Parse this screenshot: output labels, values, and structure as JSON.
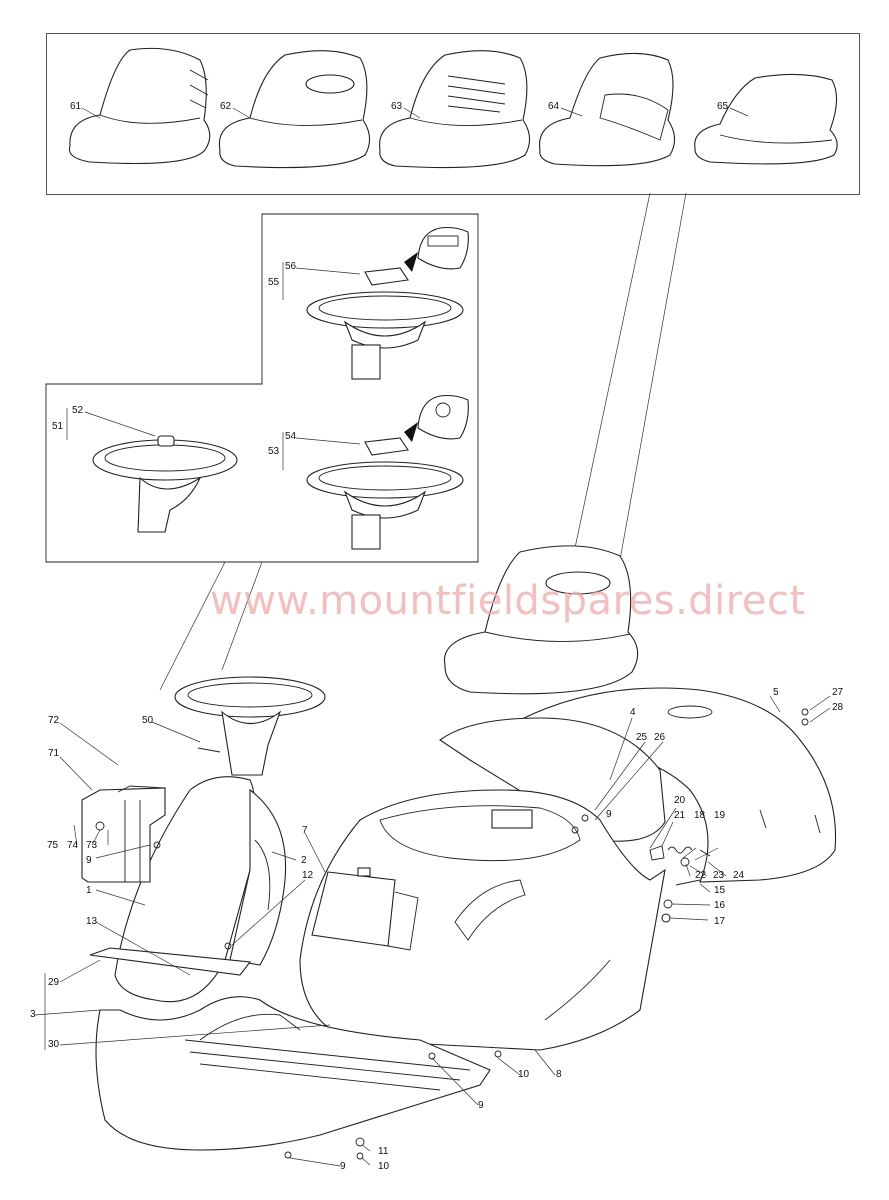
{
  "watermark": "www.mountfieldspares.direct",
  "callouts": {
    "c61": "61",
    "c62": "62",
    "c63": "63",
    "c64": "64",
    "c65": "65",
    "c56": "56",
    "c55": "55",
    "c52": "52",
    "c51": "51",
    "c54": "54",
    "c53": "53",
    "c5": "5",
    "c27": "27",
    "c28": "28",
    "c4": "4",
    "c25": "25",
    "c26": "26",
    "c9a": "9",
    "c20": "20",
    "c21": "21",
    "c18": "18",
    "c19": "19",
    "c22": "22",
    "c23": "23",
    "c24": "24",
    "c15": "15",
    "c16": "16",
    "c17": "17",
    "c72": "72",
    "c50": "50",
    "c71": "71",
    "c75": "75",
    "c74": "74",
    "c73": "73",
    "c9b": "9",
    "c7": "7",
    "c2": "2",
    "c12": "12",
    "c1": "1",
    "c13": "13",
    "c29": "29",
    "c3": "3",
    "c30": "30",
    "c10a": "10",
    "c8": "8",
    "c9c": "9",
    "c11": "11",
    "c9d": "9",
    "c10b": "10"
  }
}
